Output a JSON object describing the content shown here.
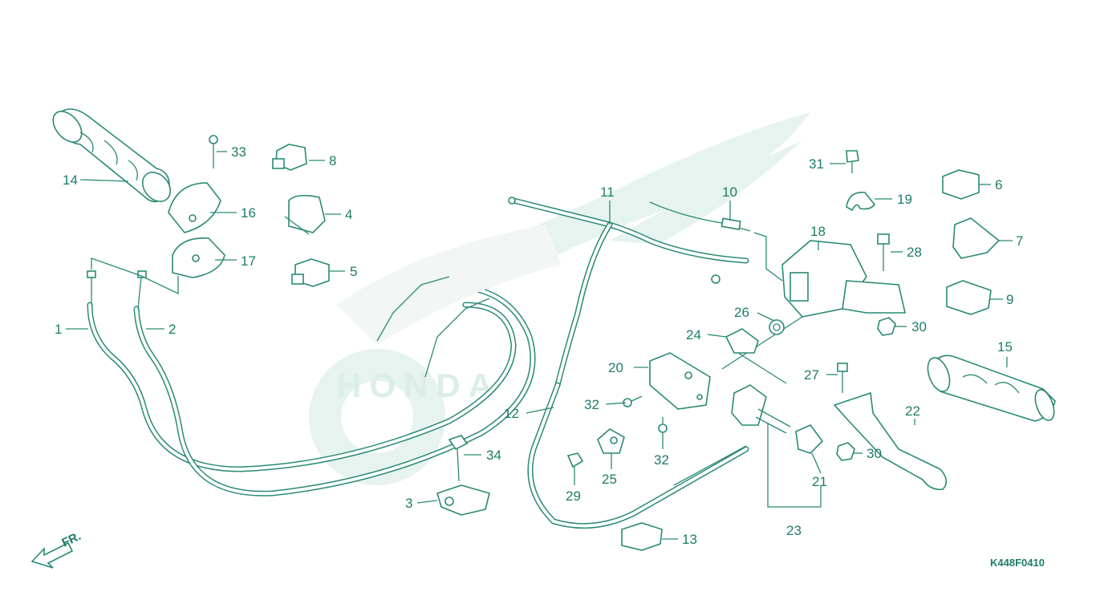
{
  "diagram_code": "K448F0410",
  "front_marker": "FR.",
  "watermark_word": "HONDA",
  "labels": {
    "p1": "1",
    "p2": "2",
    "p3": "3",
    "p4": "4",
    "p5": "5",
    "p6": "6",
    "p7": "7",
    "p8": "8",
    "p9": "9",
    "p10": "10",
    "p11": "11",
    "p12": "12",
    "p13": "13",
    "p14": "14",
    "p15": "15",
    "p16": "16",
    "p17": "17",
    "p18": "18",
    "p19": "19",
    "p20": "20",
    "p21": "21",
    "p22": "22",
    "p23": "23",
    "p24": "24",
    "p25": "25",
    "p26": "26",
    "p27": "27",
    "p28": "28",
    "p29": "29",
    "p30a": "30",
    "p30b": "30",
    "p31": "31",
    "p32a": "32",
    "p32b": "32",
    "p33": "33",
    "p34": "34"
  },
  "colors": {
    "line": "#2a8a74",
    "text": "#1e7c68",
    "watermark": "#e6f3ee"
  }
}
